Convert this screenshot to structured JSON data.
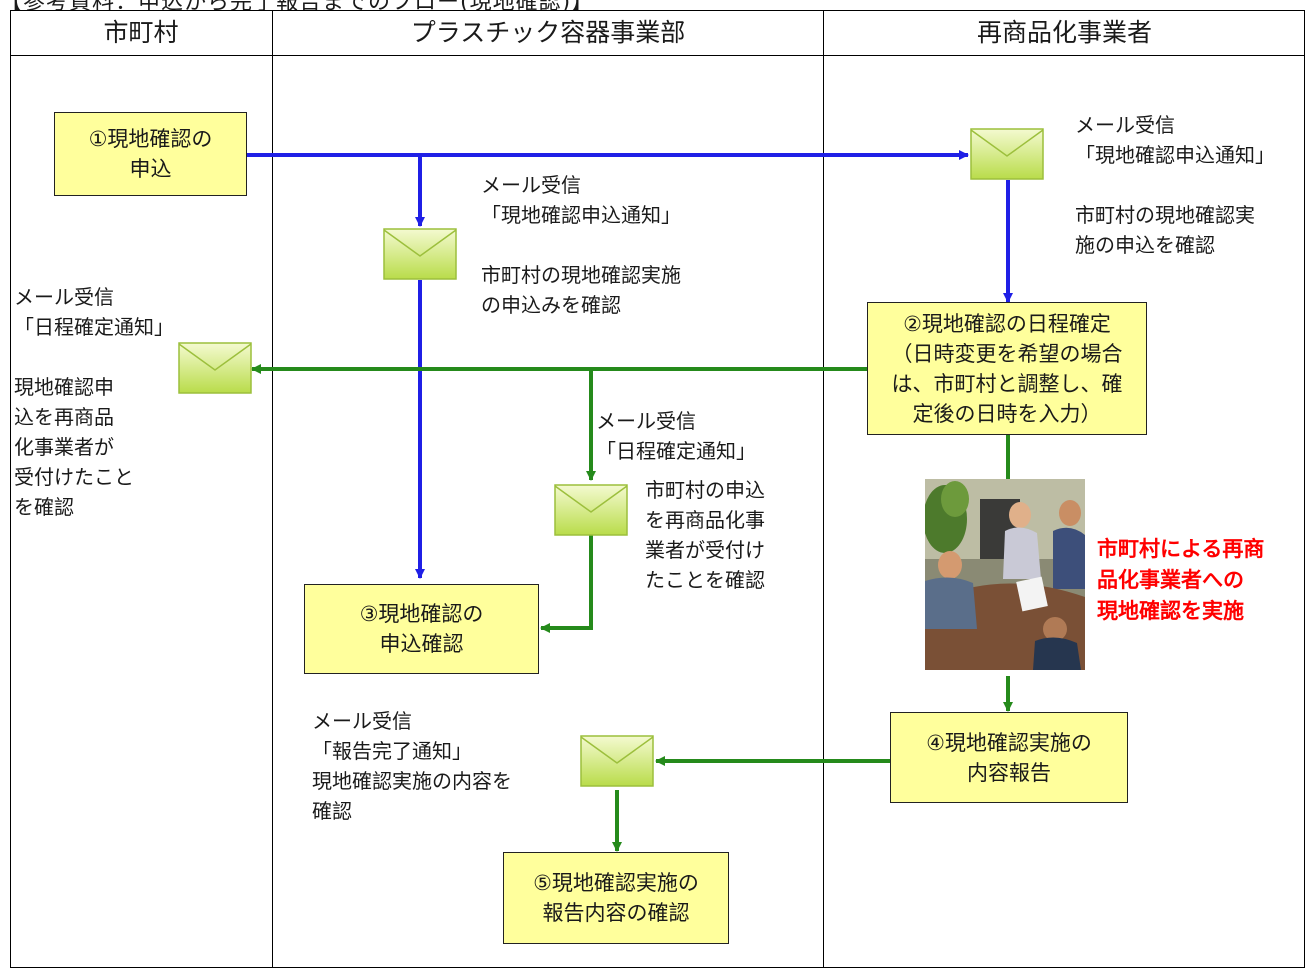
{
  "title": "【参考資料：申込から完了報告までのフロー(現地確認)】",
  "lanes": [
    {
      "label": "市町村"
    },
    {
      "label": "プラスチック容器事業部"
    },
    {
      "label": "再商品化事業者"
    }
  ],
  "steps": [
    {
      "label": "①現地確認の\n申込"
    },
    {
      "label": "②現地確認の日程確定\n（日時変更を希望の場合\nは、市町村と調整し、確\n定後の日時を入力）"
    },
    {
      "label": "③現地確認の\n申込確認"
    },
    {
      "label": "④現地確認実施の\n内容報告"
    },
    {
      "label": "⑤現地確認実施の\n報告内容の確認"
    }
  ],
  "notes": [
    {
      "text": "メール受信\n「現地確認申込通知」\n\n市町村の現地確認実\n施の申込を確認"
    },
    {
      "text": "メール受信\n「現地確認申込通知」\n\n市町村の現地確認実施\nの申込みを確認"
    },
    {
      "text": "メール受信\n「日程確定通知」\n\n現地確認申\n込を再商品\n化事業者が\n受付けたこと\nを確認"
    },
    {
      "text": "メール受信\n「日程確定通知」"
    },
    {
      "text": "市町村の申込\nを再商品化事\n業者が受付け\nたことを確認"
    },
    {
      "text": "メール受信\n「報告完了通知」\n現地確認実施の内容を\n確認"
    }
  ],
  "highlight": {
    "text": "市町村による再商\n品化事業者への\n現地確認を実施",
    "color": "#ff0000"
  },
  "colors": {
    "blue_arrow": "#1f1fe6",
    "green_arrow": "#258a1b",
    "box_fill": "#ffff9c",
    "mail_fill": "#cde87a"
  },
  "icons": {
    "mail": "envelope-icon",
    "photo": "meeting-photo"
  }
}
